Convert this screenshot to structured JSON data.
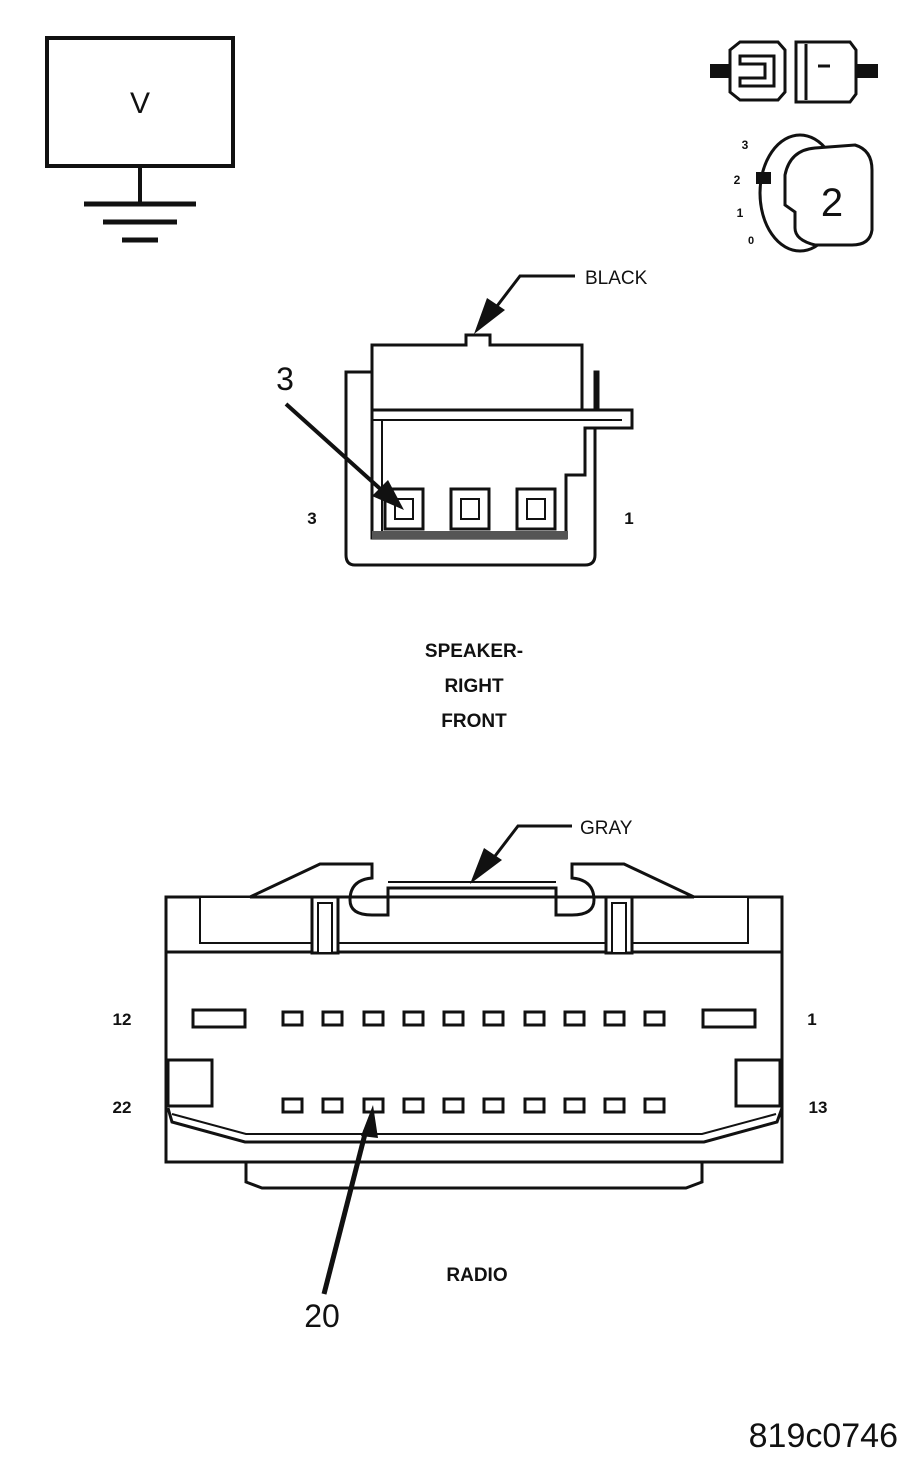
{
  "meter": {
    "label": "V"
  },
  "ignition": {
    "positions": [
      "3",
      "2",
      "1",
      "0"
    ],
    "key_position": "2"
  },
  "speaker_connector": {
    "color_label": "BLACK",
    "callout_pin": "3",
    "left_pin": "3",
    "right_pin": "1",
    "name_lines": [
      "SPEAKER-",
      "RIGHT",
      "FRONT"
    ]
  },
  "radio_connector": {
    "color_label": "GRAY",
    "top_left_pin": "12",
    "top_right_pin": "1",
    "bottom_left_pin": "22",
    "bottom_right_pin": "13",
    "name": "RADIO",
    "callout_pin": "20"
  },
  "figure_id": "819c0746"
}
